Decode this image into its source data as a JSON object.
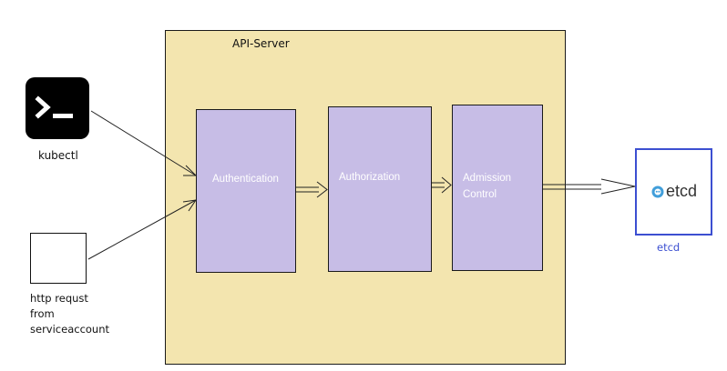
{
  "api_server": {
    "title": "API-Server"
  },
  "stages": [
    {
      "label": "Authentication"
    },
    {
      "label": "Authorization"
    },
    {
      "label": "Admission\nControl"
    }
  ],
  "clients": {
    "kubectl": {
      "label": "kubectl",
      "icon": "terminal-icon"
    },
    "serviceaccount": {
      "label": "http requst\nfrom\nserviceaccount"
    }
  },
  "etcd": {
    "logo_text": "etcd",
    "label": "etcd",
    "icon": "etcd-logo-icon"
  },
  "colors": {
    "api_server_fill": "#f3e5af",
    "stage_fill": "#c7bde6",
    "etcd_border": "#3c4fd1"
  }
}
